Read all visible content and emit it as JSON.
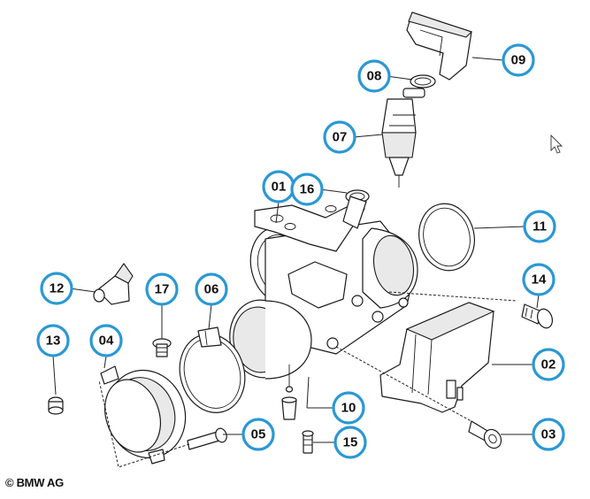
{
  "callouts": {
    "c01": "01",
    "c02": "02",
    "c03": "03",
    "c04": "04",
    "c05": "05",
    "c06": "06",
    "c07": "07",
    "c08": "08",
    "c09": "09",
    "c10": "10",
    "c11": "11",
    "c12": "12",
    "c13": "13",
    "c14": "14",
    "c15": "15",
    "c16": "16",
    "c17": "17"
  },
  "footer": {
    "copyright": "© BMW AG"
  },
  "colors": {
    "callout_ring": "#2a98d4",
    "line": "#1a1a1a"
  },
  "icons": {
    "pointer": "mouse-cursor-icon"
  }
}
